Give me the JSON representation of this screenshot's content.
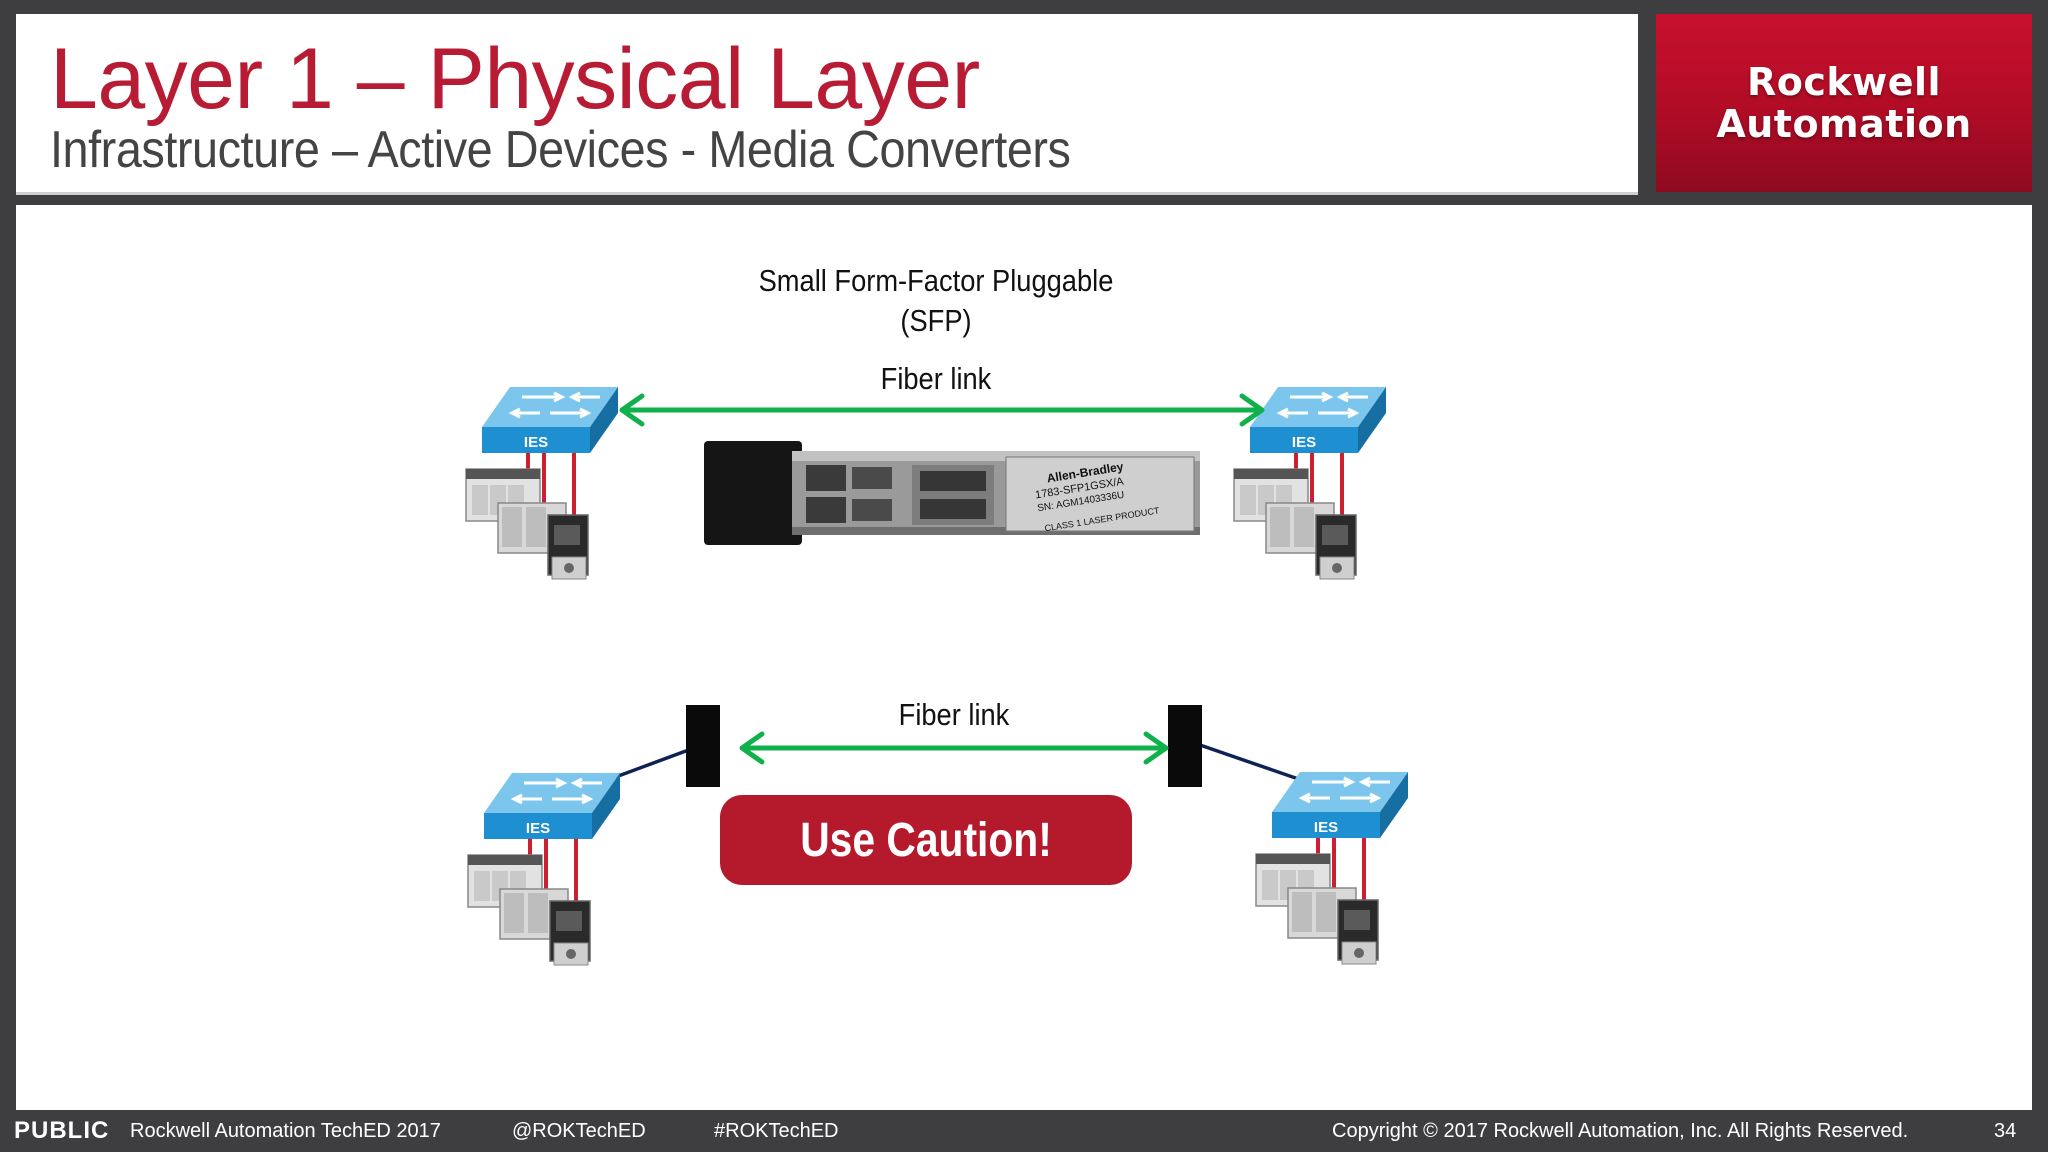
{
  "header": {
    "title": "Layer 1 – Physical Layer",
    "subtitle": "Infrastructure – Active Devices - Media Converters"
  },
  "logo": {
    "line1": "Rockwell",
    "line2": "Automation"
  },
  "diagram": {
    "sfp_label": "Small Form-Factor Pluggable (SFP)",
    "link_top_label": "Fiber link",
    "link_bottom_label": "Fiber link",
    "switch_label": "IES",
    "sfp_module_text": [
      "Allen-Bradley",
      "1783-SFP1GSX/A",
      "SN: AGM1403336U",
      "CLASS 1 LASER PRODUCT"
    ],
    "caution_label": "Use Caution!"
  },
  "colors": {
    "accent_red": "#b5192c",
    "fiber_green": "#10b04a",
    "switch_blue": "#1e9ad6"
  },
  "footer": {
    "classification": "PUBLIC",
    "event": "Rockwell Automation TechED 2017",
    "twitter": "@ROKTechED",
    "hashtag": "#ROKTechED",
    "copyright": "Copyright © 2017 Rockwell Automation, Inc. All Rights Reserved.",
    "page_number": "34"
  }
}
